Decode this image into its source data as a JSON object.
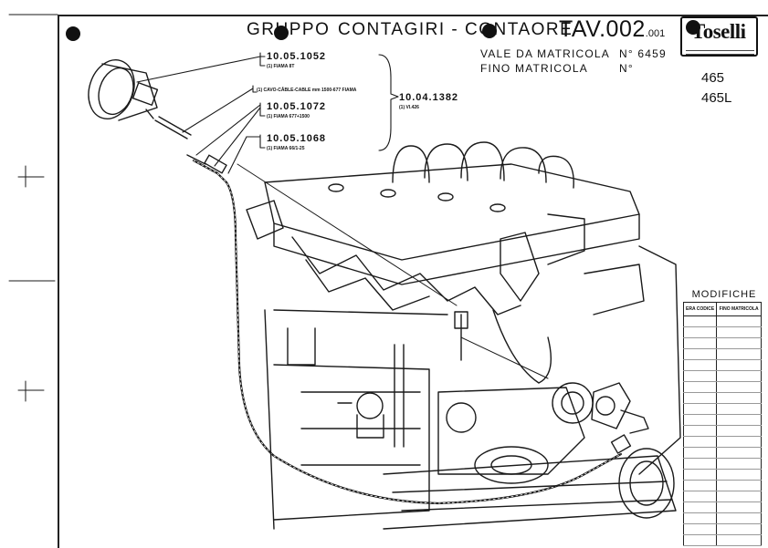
{
  "header": {
    "title_left": "GRUPPO",
    "title_right": "CONTAGIRI - CONTAORE",
    "table_ref": "TAV.002",
    "table_sub": ".001",
    "valid_from_label": "VALE DA MATRICOLA",
    "valid_from_value": "N° 6459",
    "valid_to_label": "FINO MATRICOLA",
    "valid_to_value": "N°",
    "logo_text": "Toselli",
    "models": [
      "465",
      "465L"
    ]
  },
  "parts": [
    {
      "code": "10.05.1052",
      "note": "(1) FIAMA 8T"
    },
    {
      "code": "",
      "note": "(1) CAVO-CÂBLE-CABLE mm 1500-677 FIAMA"
    },
    {
      "code": "10.05.1072",
      "note": "(1) FIAMA 677+1500"
    },
    {
      "code": "10.05.1068",
      "note": "(1) FIAMA 66/1-25"
    }
  ],
  "group_part": {
    "code": "10.04.1382",
    "note": "(1) VI.426"
  },
  "modifiche": {
    "title": "MODIFICHE",
    "col1": "ERA CODICE",
    "col2": "FINO MATRICOLA",
    "rows": 21
  }
}
